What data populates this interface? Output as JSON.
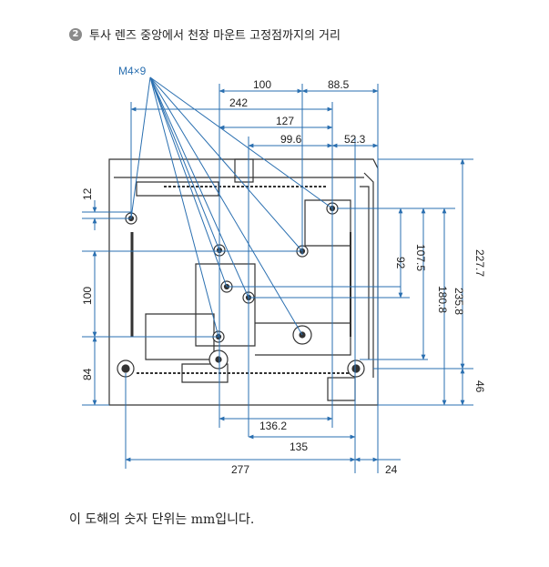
{
  "heading": {
    "number": "2",
    "text": "투사 렌즈 중앙에서 천장 마운트 고정점까지의 거리"
  },
  "diagram": {
    "screw_label": "M4×9",
    "dimensions": {
      "top_100": "100",
      "top_88_5": "88.5",
      "top_242": "242",
      "top_127": "127",
      "top_99_6": "99.6",
      "top_52_3": "52.3",
      "left_12": "12",
      "left_100": "100",
      "left_84": "84",
      "right_92": "92",
      "right_107_5": "107.5",
      "right_180_8": "180.8",
      "right_235_8": "235.8",
      "right_227_7": "227.7",
      "right_46": "46",
      "bottom_136_2": "136.2",
      "bottom_135": "135",
      "bottom_277": "277",
      "bottom_24": "24"
    },
    "colors": {
      "dimension_line": "#2a6fb0",
      "projector_outline": "#333333"
    }
  },
  "footnote": "이 도해의 숫자 단위는 mm입니다."
}
